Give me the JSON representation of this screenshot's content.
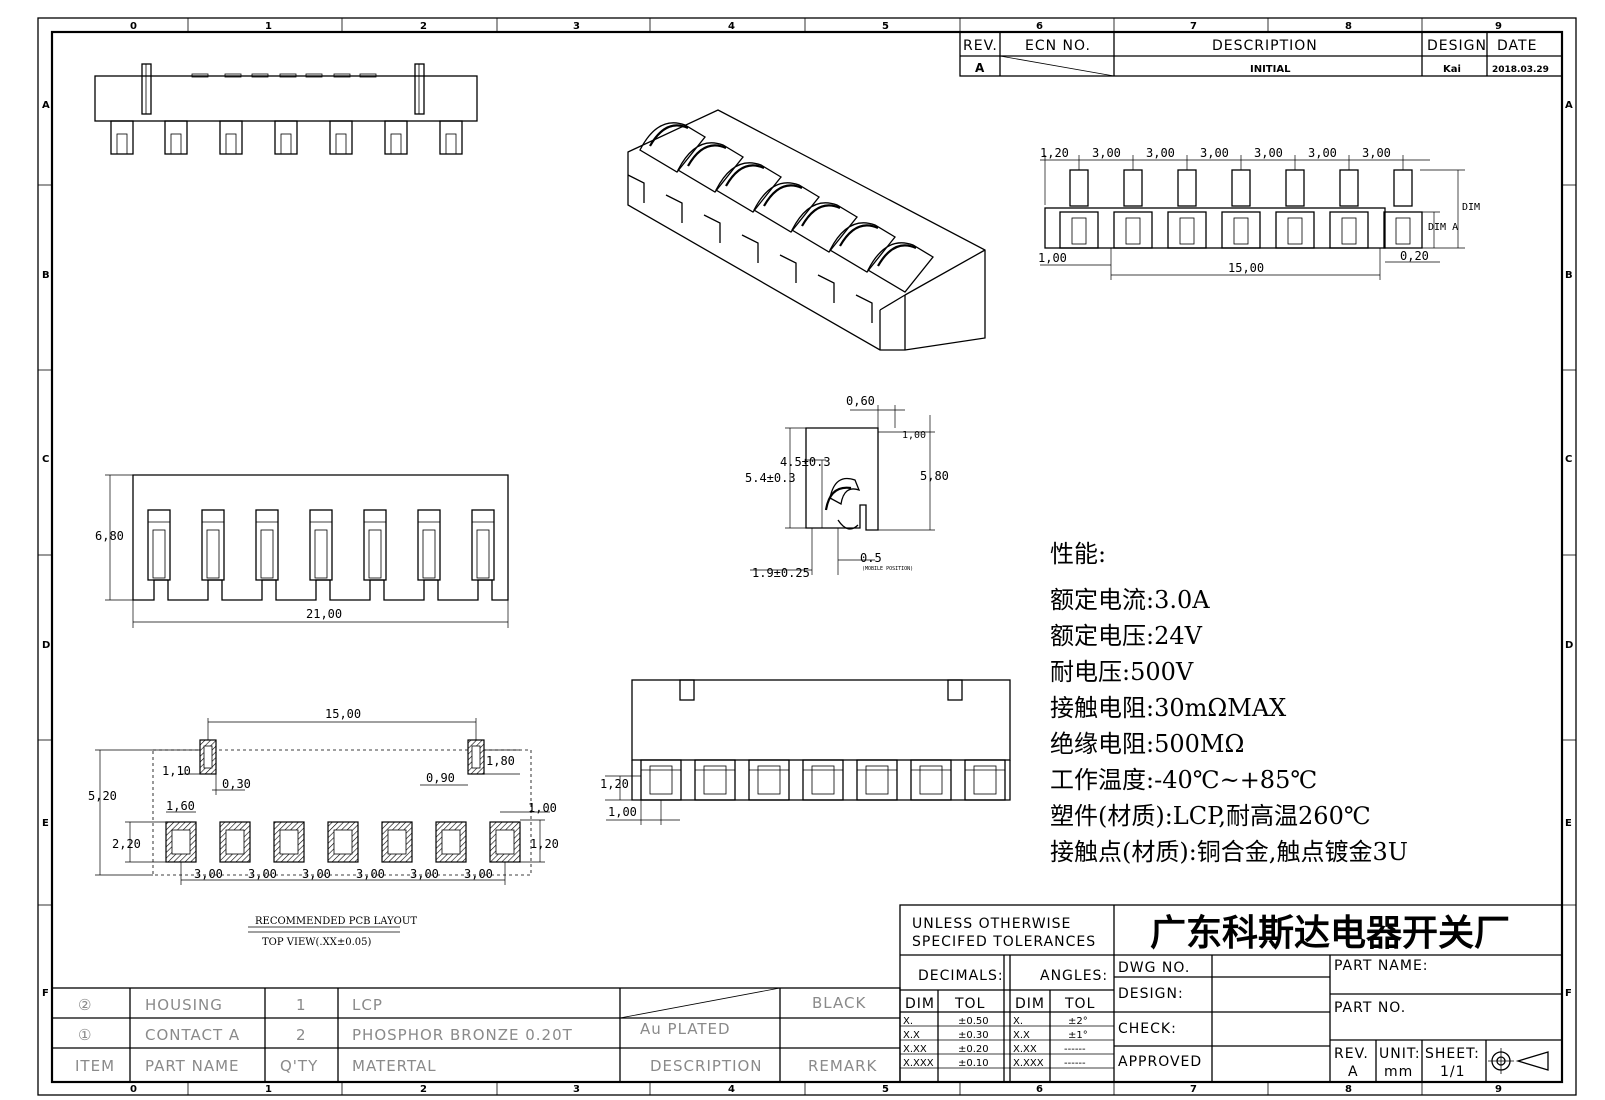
{
  "border": {
    "cols": [
      "0",
      "1",
      "2",
      "3",
      "4",
      "5",
      "6",
      "7",
      "8",
      "9"
    ],
    "rows": [
      "A",
      "B",
      "C",
      "D",
      "E",
      "F"
    ]
  },
  "revision": {
    "headers": {
      "rev": "REV.",
      "ecn": "ECN NO.",
      "desc": "DESCRIPTION",
      "design": "DESIGN",
      "date": "DATE"
    },
    "row": {
      "rev": "A",
      "desc": "INITIAL",
      "design": "Kai",
      "date": "2018.03.29"
    }
  },
  "dims": {
    "top_right": {
      "d120": "1,20",
      "pitch": "3,00",
      "dim": "DIM",
      "dim_a": "DIM A",
      "d100": "1,00",
      "d1500": "15,00",
      "d020": "0,20"
    },
    "side": {
      "d060": "0,60",
      "d100": "1,00",
      "d45": "4.5±0.3",
      "d54": "5.4±0.3",
      "d580": "5,80",
      "d19": "1.9±0.25",
      "d05": "0.5",
      "note": "(MOBILE POSITION)"
    },
    "front": {
      "d680": "6,80",
      "d2100": "21,00"
    },
    "pcb": {
      "d1500": "15,00",
      "d110": "1,10",
      "d030": "0,30",
      "d090": "0,90",
      "d180": "1,80",
      "d520": "5,20",
      "d160": "1,60",
      "d220": "2,20",
      "d100": "1,00",
      "d120": "1,20",
      "pitch": "3,00"
    },
    "bottom": {
      "d120": "1,20",
      "d100": "1,00"
    }
  },
  "pcb_caption": {
    "line1": "RECOMMENDED PCB LAYOUT",
    "line2": "TOP VIEW(.XX±0.05)"
  },
  "specs": {
    "title": "性能:",
    "items": [
      "额定电流:3.0A",
      "额定电压:24V",
      "耐电压:500V",
      "接触电阻:30mΩMAX",
      "绝缘电阻:500MΩ",
      "工作温度:-40℃~+85℃",
      "塑件(材质):LCP,耐高温260℃",
      "接触点(材质):铜合金,触点镀金3U"
    ]
  },
  "bom": {
    "rows": [
      {
        "item": "②",
        "name": "HOUSING",
        "qty": "1",
        "material": "LCP",
        "desc": "",
        "remark": "BLACK"
      },
      {
        "item": "①",
        "name": "CONTACT A",
        "qty": "2",
        "material": "PHOSPHOR BRONZE 0.20T",
        "desc": "Au PLATED",
        "remark": ""
      }
    ],
    "header": {
      "item": "ITEM",
      "name": "PART NAME",
      "qty": "Q'TY",
      "material": "MATERTAL",
      "desc": "DESCRIPTION",
      "remark": "REMARK"
    }
  },
  "title_block": {
    "tol_line1": "UNLESS OTHERWISE",
    "tol_line2": "SPECIFED TOLERANCES",
    "company": "广东科斯达电器开关厂",
    "decimals": "DECIMALS:",
    "angles": "ANGLES:",
    "dim": "DIM",
    "tol": "TOL",
    "dec_rows": [
      [
        "X.",
        "±0.50"
      ],
      [
        "X.X",
        "±0.30"
      ],
      [
        "X.XX",
        "±0.20"
      ],
      [
        "X.XXX",
        "±0.10"
      ]
    ],
    "ang_rows": [
      [
        "X.",
        "±2°"
      ],
      [
        "X.X",
        "±1°"
      ],
      [
        "X.XX",
        "------"
      ],
      [
        "X.XXX",
        "------"
      ]
    ],
    "dwg_no": "DWG NO.",
    "design": "DESIGN:",
    "check": "CHECK:",
    "approved": "APPROVED",
    "part_name": "PART NAME:",
    "part_no": "PART NO.",
    "rev_label": "REV.",
    "rev_value": "A",
    "unit_label": "UNIT:",
    "unit_value": "mm",
    "sheet_label": "SHEET:",
    "sheet_value": "1/1"
  }
}
